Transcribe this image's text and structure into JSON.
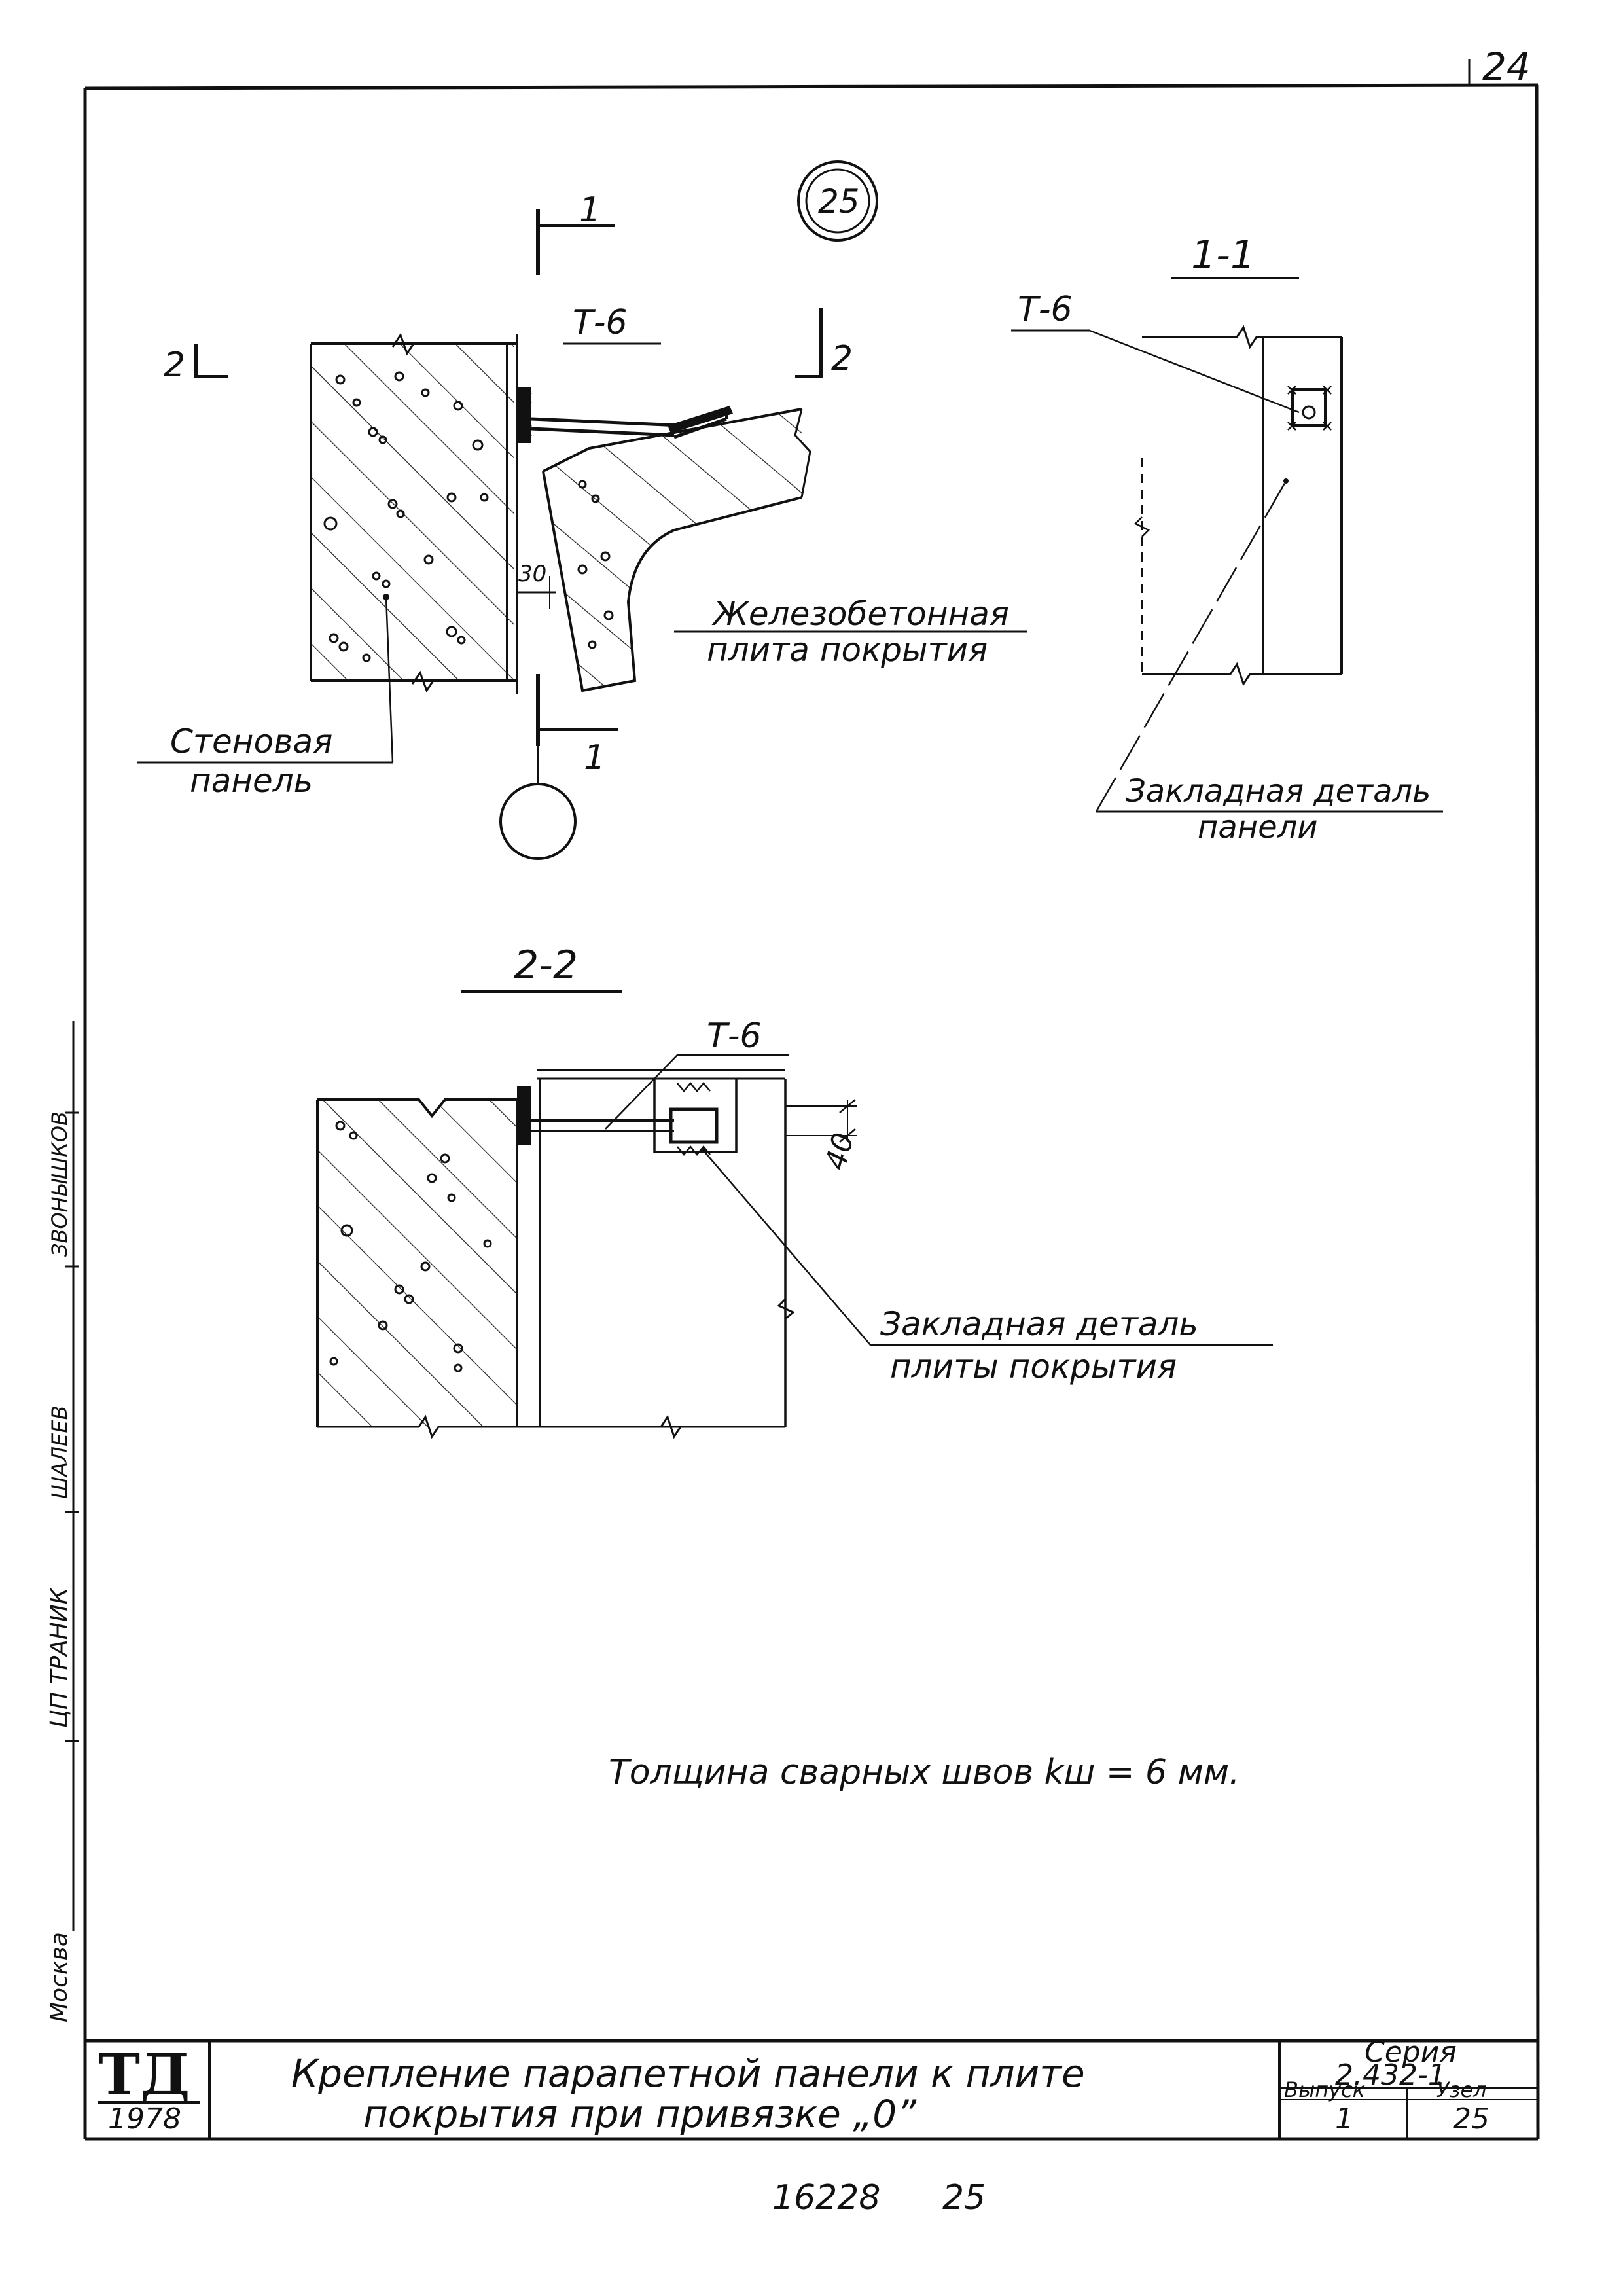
{
  "sheet": {
    "page_number": "24",
    "node_marker": "25",
    "bottom_numbers": {
      "archive": "16228",
      "page": "25"
    }
  },
  "side_margin": {
    "texts": [
      "Москва",
      "ЦП ТРАНИК",
      "ШАЛЕЕВ",
      "ЗВОНЫШКОВ"
    ]
  },
  "section_marks": {
    "cut_1_top": "1",
    "cut_1_bottom": "1",
    "cut_2_left": "2",
    "cut_2_right": "2",
    "section_1_1_title": "1-1",
    "section_2_2_title": "2-2"
  },
  "labels": {
    "t6_main": "Т-6",
    "t6_section_1": "Т-6",
    "t6_section_2": "Т-6",
    "slab_line1": "Железобетонная",
    "slab_line2": "плита покрытия",
    "wall_line1": "Стеновая",
    "wall_line2": "панель",
    "embed_panel_line1": "Закладная деталь",
    "embed_panel_line2": "панели",
    "embed_slab_line1": "Закладная деталь",
    "embed_slab_line2": "плиты покрытия",
    "dim_30": "30",
    "dim_40": "40",
    "weld_note": "Толщина сварных швов  kш = 6 мм."
  },
  "title_block": {
    "logo": "ТД",
    "year": "1978",
    "title_line1": "Крепление парапетной панели к плите",
    "title_line2": "покрытия при привязке „0”",
    "series_label": "Серия",
    "series_value": "2.432-1",
    "issue_label": "Выпуск",
    "issue_value": "1",
    "node_label": "Узел",
    "node_value": "25"
  }
}
